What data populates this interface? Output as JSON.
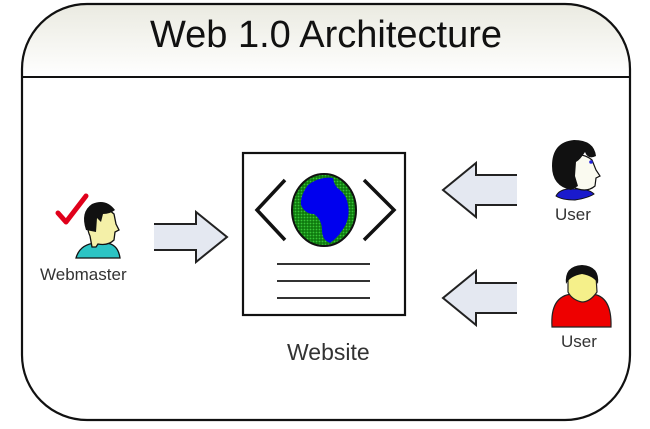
{
  "diagram": {
    "title": "Web 1.0 Architecture",
    "nodes": {
      "webmaster": {
        "label": "Webmaster",
        "icon": "webmaster-person-checkmark-icon"
      },
      "website": {
        "label": "Website",
        "icon": "webpage-globe-icon"
      },
      "user_top": {
        "label": "User",
        "icon": "user-person-blue-icon"
      },
      "user_bottom": {
        "label": "User",
        "icon": "user-person-red-icon"
      }
    },
    "edges": [
      {
        "from": "webmaster",
        "to": "website",
        "direction": "right"
      },
      {
        "from": "user_top",
        "to": "website",
        "direction": "left"
      },
      {
        "from": "user_bottom",
        "to": "website",
        "direction": "left"
      }
    ],
    "colors": {
      "header_gradient_top": "#ecece2",
      "arrow_fill": "#e4e8f1",
      "globe_land": "#0000ee",
      "globe_sea": "#1a8a1a",
      "check_red": "#e0001b",
      "shirt_cyan": "#2cc4c4",
      "shirt_red": "#ee0000",
      "face_yellow": "#f5f08a"
    }
  }
}
